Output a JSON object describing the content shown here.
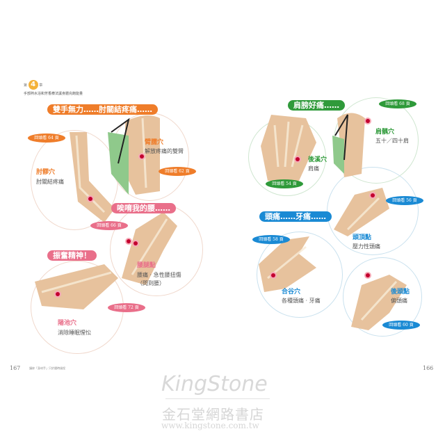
{
  "left_page": {
    "chapter": {
      "prefix": "第",
      "number": "4",
      "suffix": "章",
      "subtitle": "手部熱水浴和芳香療法讓身體充飽能量"
    },
    "footer": {
      "page_number": "167",
      "running_title": "讓妳「身材手」只於隨時揉捏"
    },
    "sections": [
      {
        "banner": "雙手無力……肘關結疼痛……",
        "color": "#ef7d2a",
        "points": [
          {
            "name": "肘髎穴",
            "desc": "肘關結疼痛",
            "ref": "回頭看 64 頁"
          },
          {
            "name": "臂臑穴",
            "desc": "解放疼痛的雙臂",
            "ref": "回頭看 62 頁"
          }
        ]
      },
      {
        "banner": "唉唷我的腰……",
        "color": "#e96f8a",
        "points": [
          {
            "name": "腰腿點",
            "desc": "腰痛 · 急性腰扭傷",
            "desc2": "（閃到腰）",
            "ref": "回頭看 66 頁"
          }
        ]
      },
      {
        "banner": "振奮精神！",
        "color": "#e96f8a",
        "points": [
          {
            "name": "陽池穴",
            "desc": "消除睡眠惺忪",
            "ref": "回頭看 72 頁"
          }
        ]
      }
    ]
  },
  "right_page": {
    "footer": {
      "page_number": "166"
    },
    "sections": [
      {
        "banner": "肩膀好痛……",
        "color": "#2f9a3a",
        "points": [
          {
            "name": "後溪穴",
            "desc": "肩痛",
            "ref": "回頭看 54 頁"
          },
          {
            "name": "肩髃穴",
            "desc": "五十／四十肩",
            "ref": "回頭看 68 頁"
          }
        ]
      },
      {
        "banner": "頭痛……牙痛……",
        "color": "#1a8ad4",
        "points": [
          {
            "name": "頭頂點",
            "desc": "壓力性頭痛",
            "ref": "回頭看 56 頁"
          },
          {
            "name": "合谷穴",
            "desc": "各種頭痛 · 牙痛",
            "ref": "回頭看 58 頁"
          },
          {
            "name": "後頭點",
            "desc": "偏頭痛",
            "ref": "回頭看 60 頁"
          }
        ]
      }
    ]
  },
  "watermark": {
    "brand": "KingStone",
    "chinese": "金石堂網路書店",
    "url": "www.kingstone.com.tw"
  }
}
